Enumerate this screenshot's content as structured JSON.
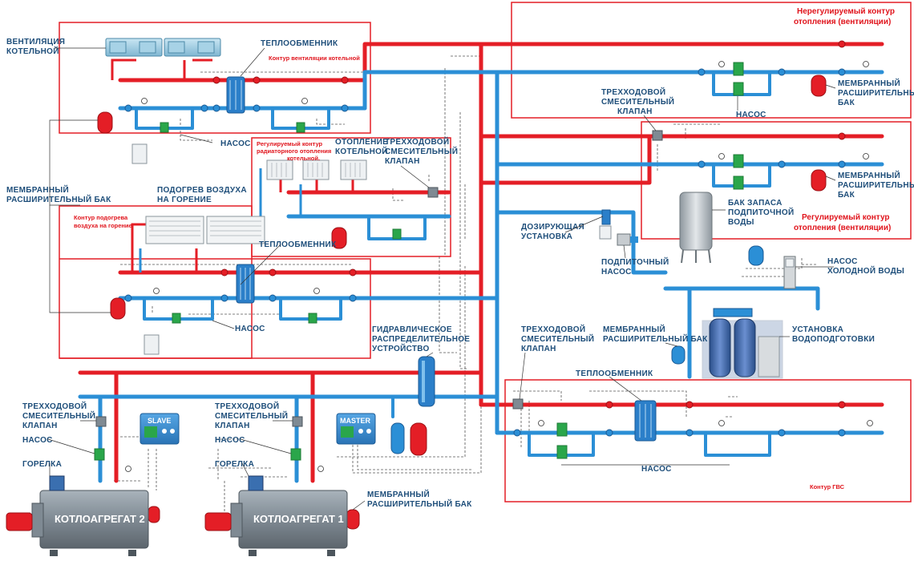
{
  "colors": {
    "supply": "#e41e26",
    "return": "#2b8fd6",
    "frame": "#e41e26",
    "label": "#1e4e7a",
    "equipment": "#7f8a93",
    "controller": "#3a8fd0"
  },
  "labels": {
    "vent_boiler": [
      "ВЕНТИЛЯЦИЯ",
      "КОТЕЛЬНОЙ"
    ],
    "heat_exchanger_1": "ТЕПЛООБМЕННИК",
    "vent_circuit": "Контур вентиляции котельной",
    "pump_1": "НАСОС",
    "membrane_tank_left": [
      "МЕМБРАННЫЙ",
      "РАСШИРИТЕЛЬНЫЙ БАК"
    ],
    "air_heating": [
      "ПОДОГРЕВ ВОЗДУХА",
      "НА ГОРЕНИЕ"
    ],
    "air_circuit": [
      "Контур подогрева",
      "воздуха на горение"
    ],
    "pump_2": "НАСОС",
    "radiator_circuit": [
      "Регулируемый контур",
      "радиаторного отопления",
      "котельной."
    ],
    "boiler_heating": [
      "ОТОПЛЕНИЕ",
      "КОТЕЛЬНОЙ"
    ],
    "three_way_mid": [
      "ТРЕХХОДОВОЙ",
      "СМЕСИТЕЛЬНЫЙ",
      "КЛАПАН"
    ],
    "heat_exchanger_2": "ТЕПЛООБМЕННИК",
    "unreg_circuit": [
      "Нерегулируемый контур",
      "отопления (вентиляции)"
    ],
    "three_way_right": [
      "ТРЕХХОДОВОЙ",
      "СМЕСИТЕЛЬНЫЙ",
      "КЛАПАН"
    ],
    "membrane_tank_r1": [
      "МЕМБРАННЫЙ",
      "РАСШИРИТЕЛЬНЫЙ",
      "БАК"
    ],
    "pump_r1": "НАСОС",
    "membrane_tank_r2": [
      "МЕМБРАННЫЙ",
      "РАСШИРИТЕЛЬНЫЙ",
      "БАК"
    ],
    "makeup_tank": [
      "БАК ЗАПАСА",
      "ПОДПИТОЧНОЙ",
      "ВОДЫ"
    ],
    "reg_circuit": [
      "Регулируемый контур",
      "отопления (вентиляции)"
    ],
    "dosing": [
      "ДОЗИРУЮЩАЯ",
      "УСТАНОВКА"
    ],
    "makeup_pump": [
      "ПОДПИТОЧНЫЙ",
      "НАСОС"
    ],
    "cold_pump": [
      "НАСОС",
      "ХОЛОДНОЙ ВОДЫ"
    ],
    "hydro": [
      "ГИДРАВЛИЧЕСКОЕ",
      "РАСПРЕДЕЛИТЕЛЬНОЕ",
      "УСТРОЙСТВО"
    ],
    "three_way_dhw": [
      "ТРЕХХОДОВОЙ",
      "СМЕСИТЕЛЬНЫЙ",
      "КЛАПАН"
    ],
    "membrane_dhw": [
      "МЕМБРАННЫЙ",
      "РАСШИРИТЕЛЬНЫЙ БАК"
    ],
    "water_treatment": [
      "УСТАНОВКА",
      "ВОДОПОДГОТОВКИ"
    ],
    "heat_exchanger_dhw": "ТЕПЛООБМЕННИК",
    "pump_dhw": "НАСОС",
    "dhw_circuit": "Контур ГВС",
    "three_way_b2": [
      "ТРЕХХОДОВОЙ",
      "СМЕСИТЕЛЬНЫЙ",
      "КЛАПАН"
    ],
    "pump_b2": "НАСОС",
    "burner_b2": "ГОРЕЛКА",
    "three_way_b1": [
      "ТРЕХХОДОВОЙ",
      "СМЕСИТЕЛЬНЫЙ",
      "КЛАПАН"
    ],
    "pump_b1": "НАСОС",
    "burner_b1": "ГОРЕЛКА",
    "membrane_bottom": [
      "МЕМБРАННЫЙ",
      "РАСШИРИТЕЛЬНЫЙ БАК"
    ],
    "boiler2": "КОТЛОАГРЕГАТ 2",
    "boiler1": "КОТЛОАГРЕГАТ 1",
    "slave": "SLAVE",
    "master": "MASTER"
  }
}
